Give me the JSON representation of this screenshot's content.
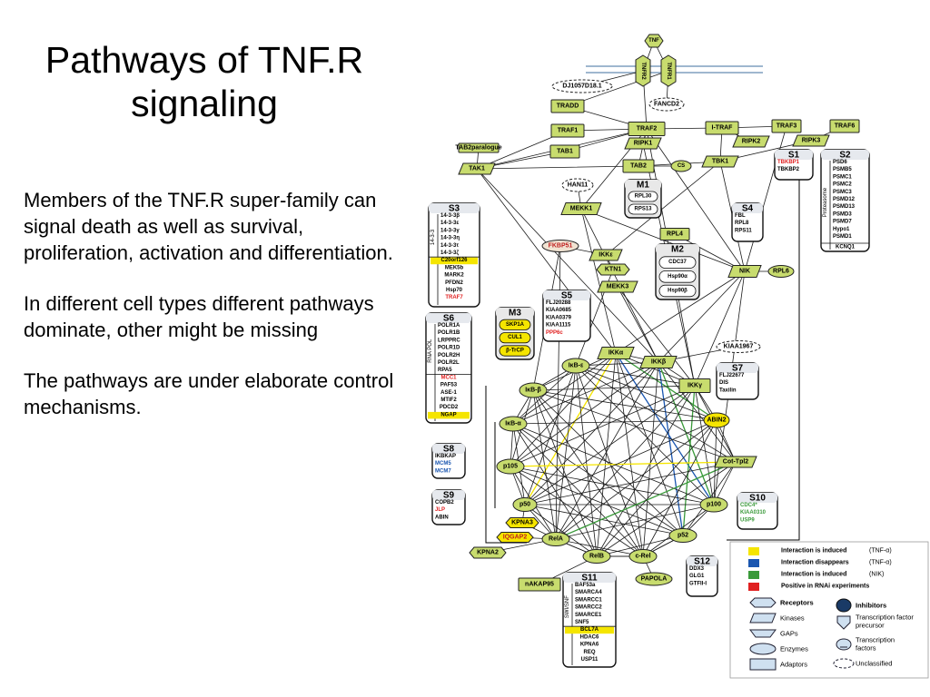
{
  "slide": {
    "title_lines": [
      "Pathways of TNF.R",
      "signaling"
    ],
    "paragraphs": [
      "Members of the TNF.R super-family can signal death as well as survival, proliferation, activation and differentiation.",
      "In different cell types different pathways dominate, other might be missing",
      "The pathways are under elaborate control mechanisms."
    ]
  },
  "colors": {
    "node_green": "#c8dc6e",
    "node_dark": "#2a2a2a",
    "induced_tnf": "#f5e500",
    "disappears_tnf": "#1a56b0",
    "induced_nik": "#3a9a3a",
    "rnai": "#e02020"
  },
  "diagram": {
    "nodes": [
      {
        "id": "TNF",
        "label": "TNF",
        "shape": "receptor"
      },
      {
        "id": "TNFR2",
        "label": "TNFR2",
        "shape": "receptor"
      },
      {
        "id": "TNFR1",
        "label": "TNFR1",
        "shape": "receptor"
      },
      {
        "id": "DJ",
        "label": "DJ1057D18.1",
        "shape": "unclassified"
      },
      {
        "id": "FANCD2",
        "label": "FANCD2",
        "shape": "unclassified"
      },
      {
        "id": "TRADD",
        "label": "TRADD",
        "shape": "adaptor"
      },
      {
        "id": "TRAF2",
        "label": "TRAF2",
        "shape": "adaptor"
      },
      {
        "id": "TRAF1",
        "label": "TRAF1",
        "shape": "adaptor"
      },
      {
        "id": "ITRAF",
        "label": "I-TRAF",
        "shape": "adaptor"
      },
      {
        "id": "TRAF3",
        "label": "TRAF3",
        "shape": "adaptor"
      },
      {
        "id": "TRAF6",
        "label": "TRAF6",
        "shape": "adaptor"
      },
      {
        "id": "RIPK1",
        "label": "RIPK1",
        "shape": "kinase"
      },
      {
        "id": "RIPK2",
        "label": "RIPK2",
        "shape": "kinase"
      },
      {
        "id": "RIPK3",
        "label": "RIPK3",
        "shape": "kinase"
      },
      {
        "id": "TAB2p",
        "label": "TAB2paralogue",
        "shape": "adaptor"
      },
      {
        "id": "TAB1",
        "label": "TAB1",
        "shape": "adaptor"
      },
      {
        "id": "TAK1",
        "label": "TAK1",
        "shape": "kinase"
      },
      {
        "id": "TAB2",
        "label": "TAB2",
        "shape": "adaptor"
      },
      {
        "id": "CS",
        "label": "CS",
        "shape": "enzyme"
      },
      {
        "id": "TBK1",
        "label": "TBK1",
        "shape": "kinase"
      },
      {
        "id": "HAN11",
        "label": "HAN11",
        "shape": "unclassified"
      },
      {
        "id": "MEKK1",
        "label": "MEKK1",
        "shape": "kinase"
      },
      {
        "id": "FKBP51",
        "label": "FKBP51",
        "shape": "enzyme"
      },
      {
        "id": "IKKe",
        "label": "IKKε",
        "shape": "kinase"
      },
      {
        "id": "KTN1",
        "label": "KTN1",
        "shape": "receptor"
      },
      {
        "id": "MEKK3",
        "label": "MEKK3",
        "shape": "kinase"
      },
      {
        "id": "RPL4",
        "label": "RPL4",
        "shape": "adaptor"
      },
      {
        "id": "NIK",
        "label": "NIK",
        "shape": "kinase"
      },
      {
        "id": "RPL6",
        "label": "RPL6",
        "shape": "enzyme"
      },
      {
        "id": "KIAA1967",
        "label": "KIAA1967",
        "shape": "unclassified"
      },
      {
        "id": "IKKa",
        "label": "IKKα",
        "shape": "kinase"
      },
      {
        "id": "IKKb",
        "label": "IKKβ",
        "shape": "kinase"
      },
      {
        "id": "IKKg",
        "label": "IKKγ",
        "shape": "adaptor"
      },
      {
        "id": "IkBe",
        "label": "IκB-ε",
        "shape": "inhibitor"
      },
      {
        "id": "IkBb",
        "label": "IκB-β",
        "shape": "inhibitor"
      },
      {
        "id": "IkBa",
        "label": "IκB-α",
        "shape": "inhibitor"
      },
      {
        "id": "ABIN2",
        "label": "ABIN2",
        "shape": "enzyme"
      },
      {
        "id": "p105",
        "label": "p105",
        "shape": "inhibitor"
      },
      {
        "id": "CotTpl2",
        "label": "Cot-Tpl2",
        "shape": "kinase"
      },
      {
        "id": "p50",
        "label": "p50",
        "shape": "tf"
      },
      {
        "id": "p100",
        "label": "p100",
        "shape": "inhibitor"
      },
      {
        "id": "KPNA3",
        "label": "KPNA3",
        "shape": "receptor"
      },
      {
        "id": "IQGAP2",
        "label": "IQGAP2",
        "shape": "receptor"
      },
      {
        "id": "RelA",
        "label": "RelA",
        "shape": "tf"
      },
      {
        "id": "p52",
        "label": "p52",
        "shape": "tf"
      },
      {
        "id": "KPNA2",
        "label": "KPNA2",
        "shape": "receptor"
      },
      {
        "id": "RelB",
        "label": "RelB",
        "shape": "tf"
      },
      {
        "id": "cRel",
        "label": "c-Rel",
        "shape": "tf"
      },
      {
        "id": "nAKAP95",
        "label": "nAKAP95",
        "shape": "adaptor"
      },
      {
        "id": "PAPOLA",
        "label": "PAPOLA",
        "shape": "enzyme"
      }
    ],
    "modules": {
      "S1": {
        "title": "S1",
        "items": [
          {
            "t": "TBKBP1",
            "c": "red"
          },
          {
            "t": "TBKBP2"
          }
        ]
      },
      "S2": {
        "title": "S2",
        "side": "Proteasome",
        "items": [
          {
            "t": "PSD6"
          },
          {
            "t": "PSMB5"
          },
          {
            "t": "PSMC1"
          },
          {
            "t": "PSMC2"
          },
          {
            "t": "PSMC3"
          },
          {
            "t": "PSMD12"
          },
          {
            "t": "PSMD13"
          },
          {
            "t": "PSMD3"
          },
          {
            "t": "PSMD7"
          },
          {
            "t": "Hypo1"
          },
          {
            "t": "PSMD1"
          }
        ],
        "footer": "KCNQ1"
      },
      "S3": {
        "title": "S3",
        "side": "14-3-3",
        "items": [
          {
            "t": "14-3-3β"
          },
          {
            "t": "14-3-3ε"
          },
          {
            "t": "14-3-3γ"
          },
          {
            "t": "14-3-3η"
          },
          {
            "t": "14-3-3τ"
          },
          {
            "t": "14-3-3ζ"
          }
        ],
        "items2": [
          {
            "t": "C20orf126",
            "c": "yellow"
          },
          {
            "t": "MEK5b"
          },
          {
            "t": "MARK2"
          },
          {
            "t": "PFDN2"
          },
          {
            "t": "Hsp70"
          },
          {
            "t": "TRAF7",
            "c": "red"
          }
        ]
      },
      "S4": {
        "title": "S4",
        "items": [
          {
            "t": "FBL"
          },
          {
            "t": "RPL8"
          },
          {
            "t": "RPS11"
          }
        ]
      },
      "S5": {
        "title": "S5",
        "items": [
          {
            "t": "FLJ20288"
          },
          {
            "t": "KIAA0685"
          },
          {
            "t": "KIAA0379"
          },
          {
            "t": "KIAA1115"
          },
          {
            "t": "PPP6c",
            "c": "red"
          }
        ]
      },
      "S6": {
        "title": "S6",
        "side": "RNA POL",
        "items": [
          {
            "t": "POLR1A"
          },
          {
            "t": "POLR1B"
          },
          {
            "t": "LRPPRC"
          },
          {
            "t": "POLR1D"
          },
          {
            "t": "POLR2H"
          },
          {
            "t": "POLR2L"
          },
          {
            "t": "RPA5"
          }
        ],
        "items2": [
          {
            "t": "MCC1",
            "c": "red"
          },
          {
            "t": "PAF53"
          },
          {
            "t": "ASE-1"
          },
          {
            "t": "MTIF2"
          },
          {
            "t": "PDCD2"
          },
          {
            "t": "NGAP",
            "c": "yellow"
          }
        ]
      },
      "S7": {
        "title": "S7",
        "items": [
          {
            "t": "FLJ22677"
          },
          {
            "t": "DIS"
          },
          {
            "t": "Taxilin"
          }
        ]
      },
      "S8": {
        "title": "S8",
        "items": [
          {
            "t": "IKBKAP"
          },
          {
            "t": "MCM5",
            "c": "blue"
          },
          {
            "t": "MCM7",
            "c": "blue"
          }
        ]
      },
      "S9": {
        "title": "S9",
        "items": [
          {
            "t": "COPB2"
          },
          {
            "t": "JLP",
            "c": "red"
          },
          {
            "t": "ABIN"
          }
        ]
      },
      "S10": {
        "title": "S10",
        "items": [
          {
            "t": "CDC4*",
            "c": "green"
          },
          {
            "t": "KIAA0310",
            "c": "green"
          },
          {
            "t": "USP9",
            "c": "green"
          }
        ]
      },
      "S11": {
        "title": "S11",
        "side": "SWI/SNF",
        "items": [
          {
            "t": "BAF53a"
          },
          {
            "t": "SMARCA4"
          },
          {
            "t": "SMARCC1"
          },
          {
            "t": "SMARCC2"
          },
          {
            "t": "SMARCE1"
          },
          {
            "t": "SNF5"
          }
        ],
        "items2": [
          {
            "t": "BCL7A",
            "c": "yellow"
          },
          {
            "t": "HDAC6"
          },
          {
            "t": "KPNA6"
          },
          {
            "t": "REQ"
          },
          {
            "t": "USP11"
          }
        ]
      },
      "S12": {
        "title": "S12",
        "items": [
          {
            "t": "DDX3"
          },
          {
            "t": "GLG1"
          },
          {
            "t": "GTFII-I"
          }
        ]
      },
      "M1": {
        "title": "M1",
        "items": [
          {
            "t": "RPL30"
          },
          {
            "t": "RPS13"
          }
        ]
      },
      "M2": {
        "title": "M2",
        "items": [
          {
            "t": "CDC37"
          },
          {
            "t": "Hsp90α"
          },
          {
            "t": "Hsp90β"
          }
        ]
      },
      "M3": {
        "title": "M3",
        "items": [
          {
            "t": "SKP1A"
          },
          {
            "t": "CUL1"
          },
          {
            "t": "β-TrCP"
          }
        ]
      }
    },
    "legend": {
      "colors": [
        {
          "label": "Interaction is induced",
          "note": "(TNF-α)"
        },
        {
          "label": "Interaction disappears",
          "note": "(TNF-α)"
        },
        {
          "label": "Interaction is induced",
          "note": "(NIK)"
        },
        {
          "label": "Positive in RNAi experiments",
          "note": ""
        }
      ],
      "shapes_left": [
        "Receptors",
        "Kinases",
        "GAPs",
        "Enzymes",
        "Adaptors"
      ],
      "shapes_right": [
        "Inhibitors",
        "Transcription factor precursor",
        "Transcription factors",
        "Unclassified"
      ]
    }
  }
}
